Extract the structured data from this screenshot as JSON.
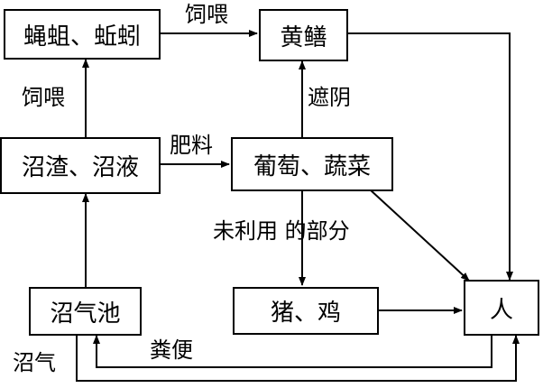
{
  "nodes": {
    "flies": "蝇蛆、蚯蚓",
    "eel": "黄鳝",
    "residue": "沼渣、沼液",
    "grape": "葡萄、蔬菜",
    "biogas_pool": "沼气池",
    "pig": "猪、鸡",
    "human": "人"
  },
  "edge_labels": {
    "feed_top": "饲喂",
    "feed_left": "饲喂",
    "shade": "遮阴",
    "fertilizer": "肥料",
    "unused": "未利用 的部分",
    "manure": "粪便",
    "biogas": "沼气"
  }
}
